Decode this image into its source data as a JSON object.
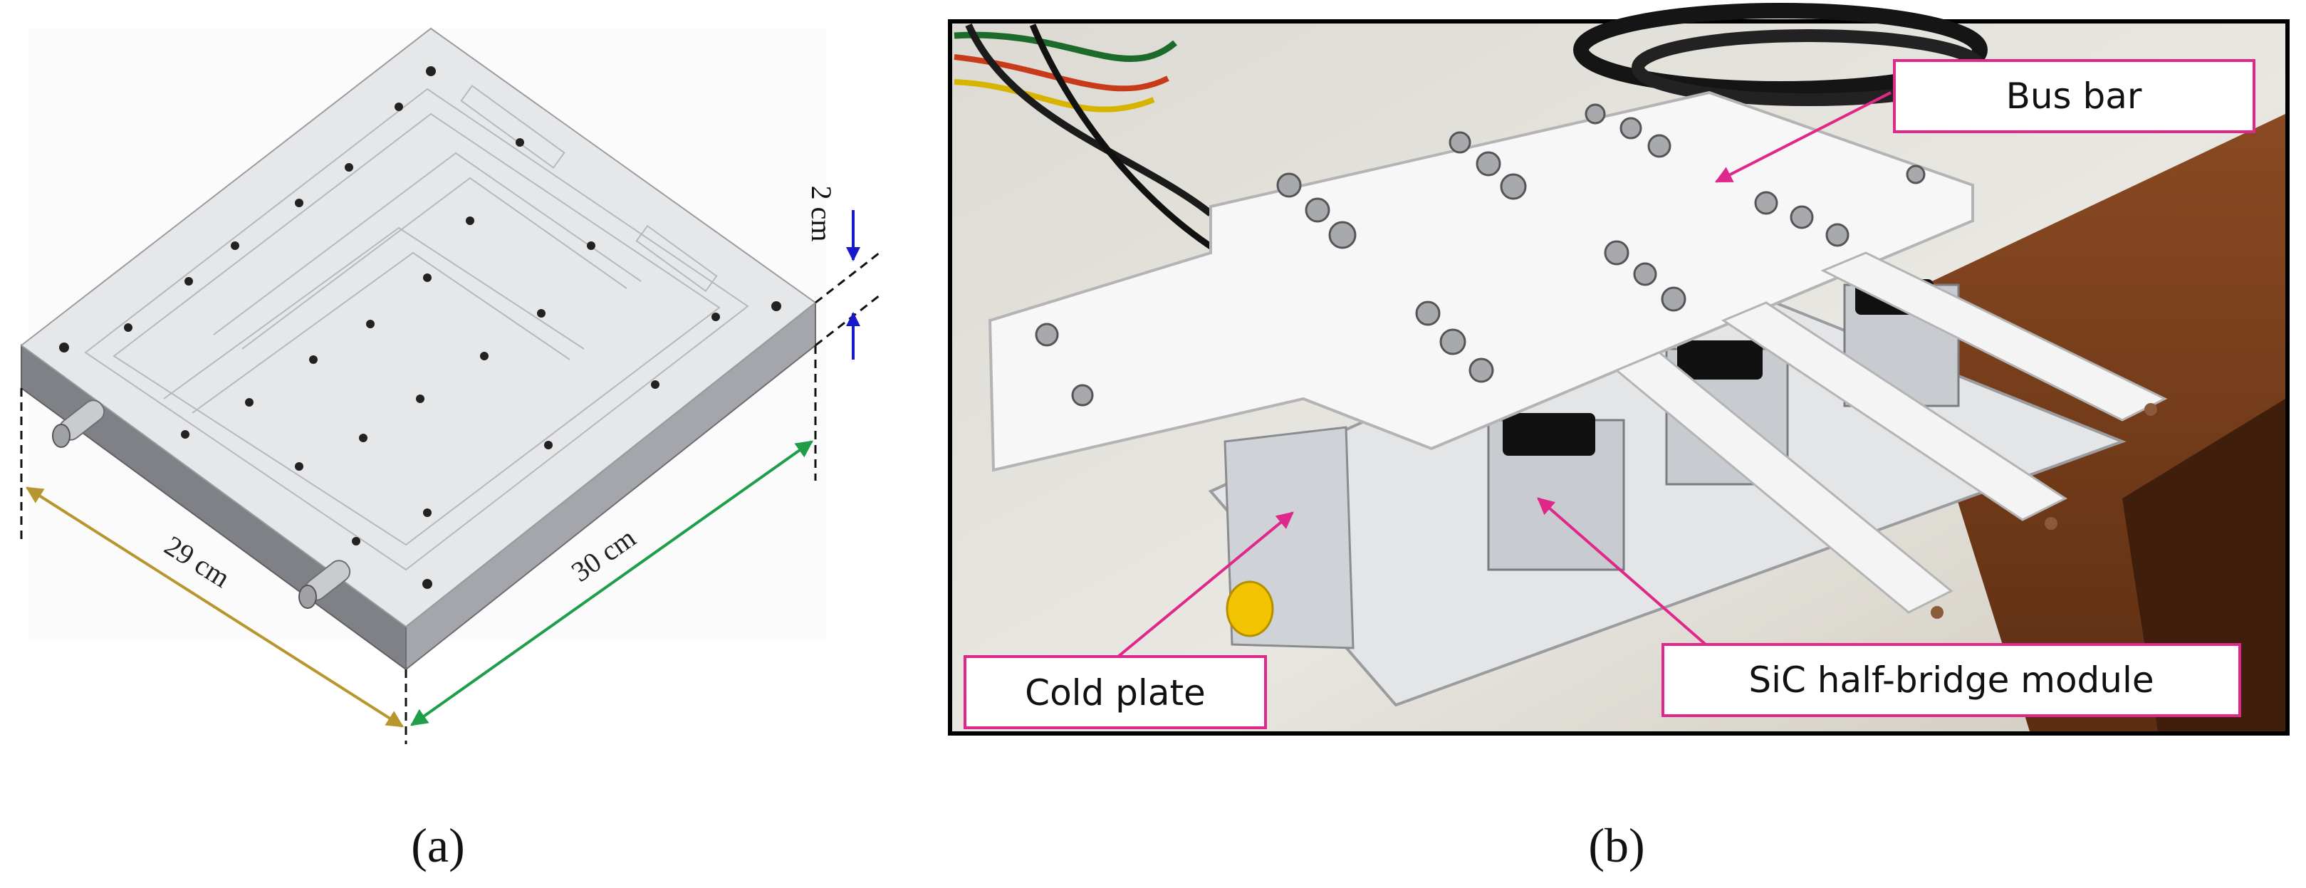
{
  "panel_a": {
    "caption": "(a)",
    "dims": {
      "length": "29 cm",
      "width": "30 cm",
      "thickness": "2 cm"
    }
  },
  "panel_b": {
    "caption": "(b)",
    "callouts": {
      "bus_bar": "Bus bar",
      "cold_plate": "Cold plate",
      "sic_module": "SiC half-bridge module"
    }
  },
  "colors": {
    "length_arrow": "#b8962e",
    "width_arrow": "#1f9e4a",
    "thickness_arrow": "#1818cc",
    "callout_border": "#e0288a",
    "plate_top": "#e6e7e9",
    "plate_side": "#8e9095"
  }
}
